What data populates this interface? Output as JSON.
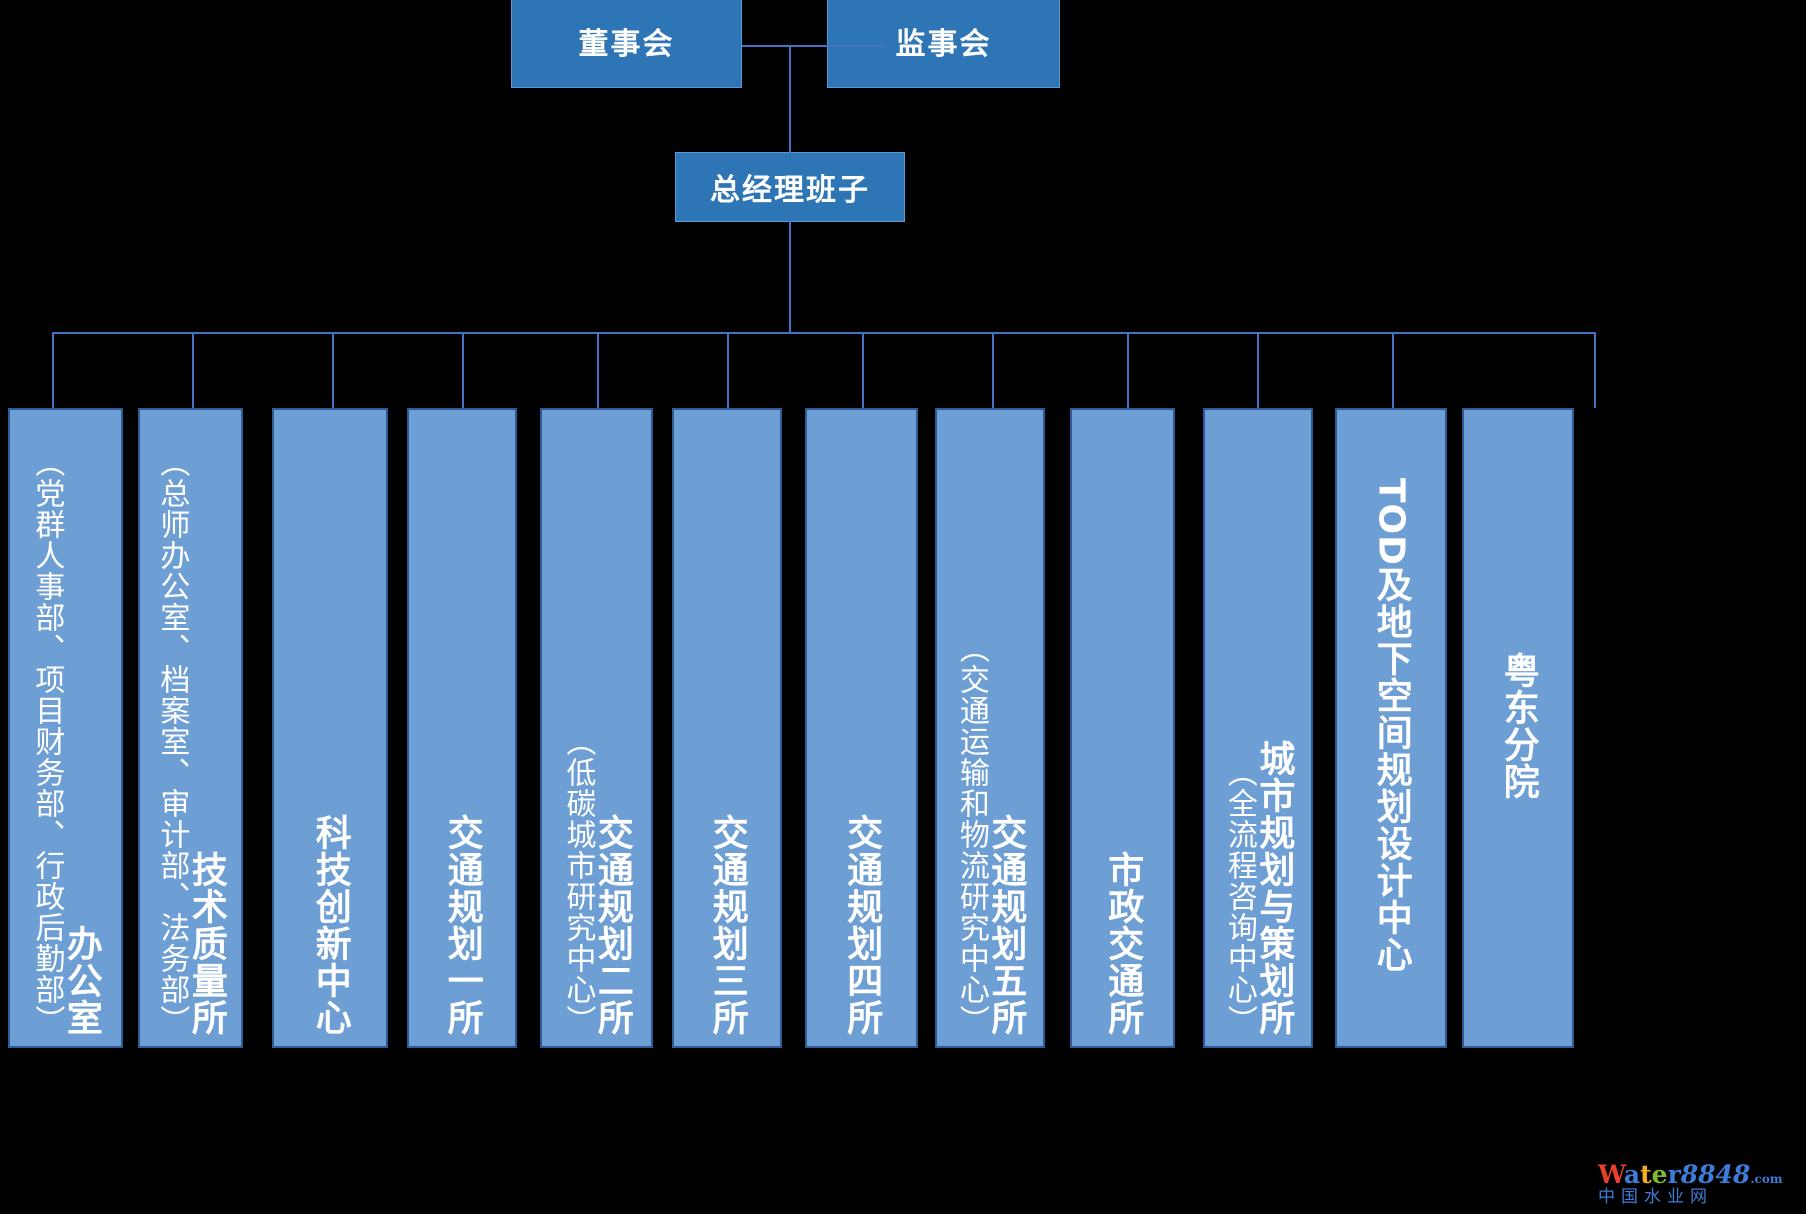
{
  "chart": {
    "type": "org-chart",
    "background_color": "#000000",
    "top_box_color": "#2E75B6",
    "dept_box_color": "#6D9ED4",
    "connector_color": "#4472C4",
    "text_color": "#FFFFFF"
  },
  "top_level": {
    "board": "董事会",
    "supervisors": "监事会",
    "general_manager": "总经理班子"
  },
  "departments": [
    {
      "primary": "办公室",
      "secondary": "（党群人事部、项目财务部、行政后勤部）"
    },
    {
      "primary": "技术质量所",
      "secondary": "（总师办公室、档案室、审计部、法务部）"
    },
    {
      "primary": "科技创新中心",
      "secondary": ""
    },
    {
      "primary": "交通规划一所",
      "secondary": ""
    },
    {
      "primary": "交通规划二所",
      "secondary": "（低碳城市研究中心）"
    },
    {
      "primary": "交通规划三所",
      "secondary": ""
    },
    {
      "primary": "交通规划四所",
      "secondary": ""
    },
    {
      "primary": "交通规划五所",
      "secondary": "（交通运输和物流研究中心）"
    },
    {
      "primary": "市政交通所",
      "secondary": ""
    },
    {
      "primary": "城市规划与策划所",
      "secondary": "（全流程咨询中心）"
    },
    {
      "primary": "TOD及地下空间规划设计中心",
      "secondary": ""
    },
    {
      "primary": "粤东分院",
      "secondary": ""
    }
  ],
  "watermark": {
    "w": "W",
    "a": "a",
    "t": "t",
    "e": "e",
    "r": "r",
    "number": "8848",
    "tld": ".com",
    "subtitle": "中国水业网"
  }
}
